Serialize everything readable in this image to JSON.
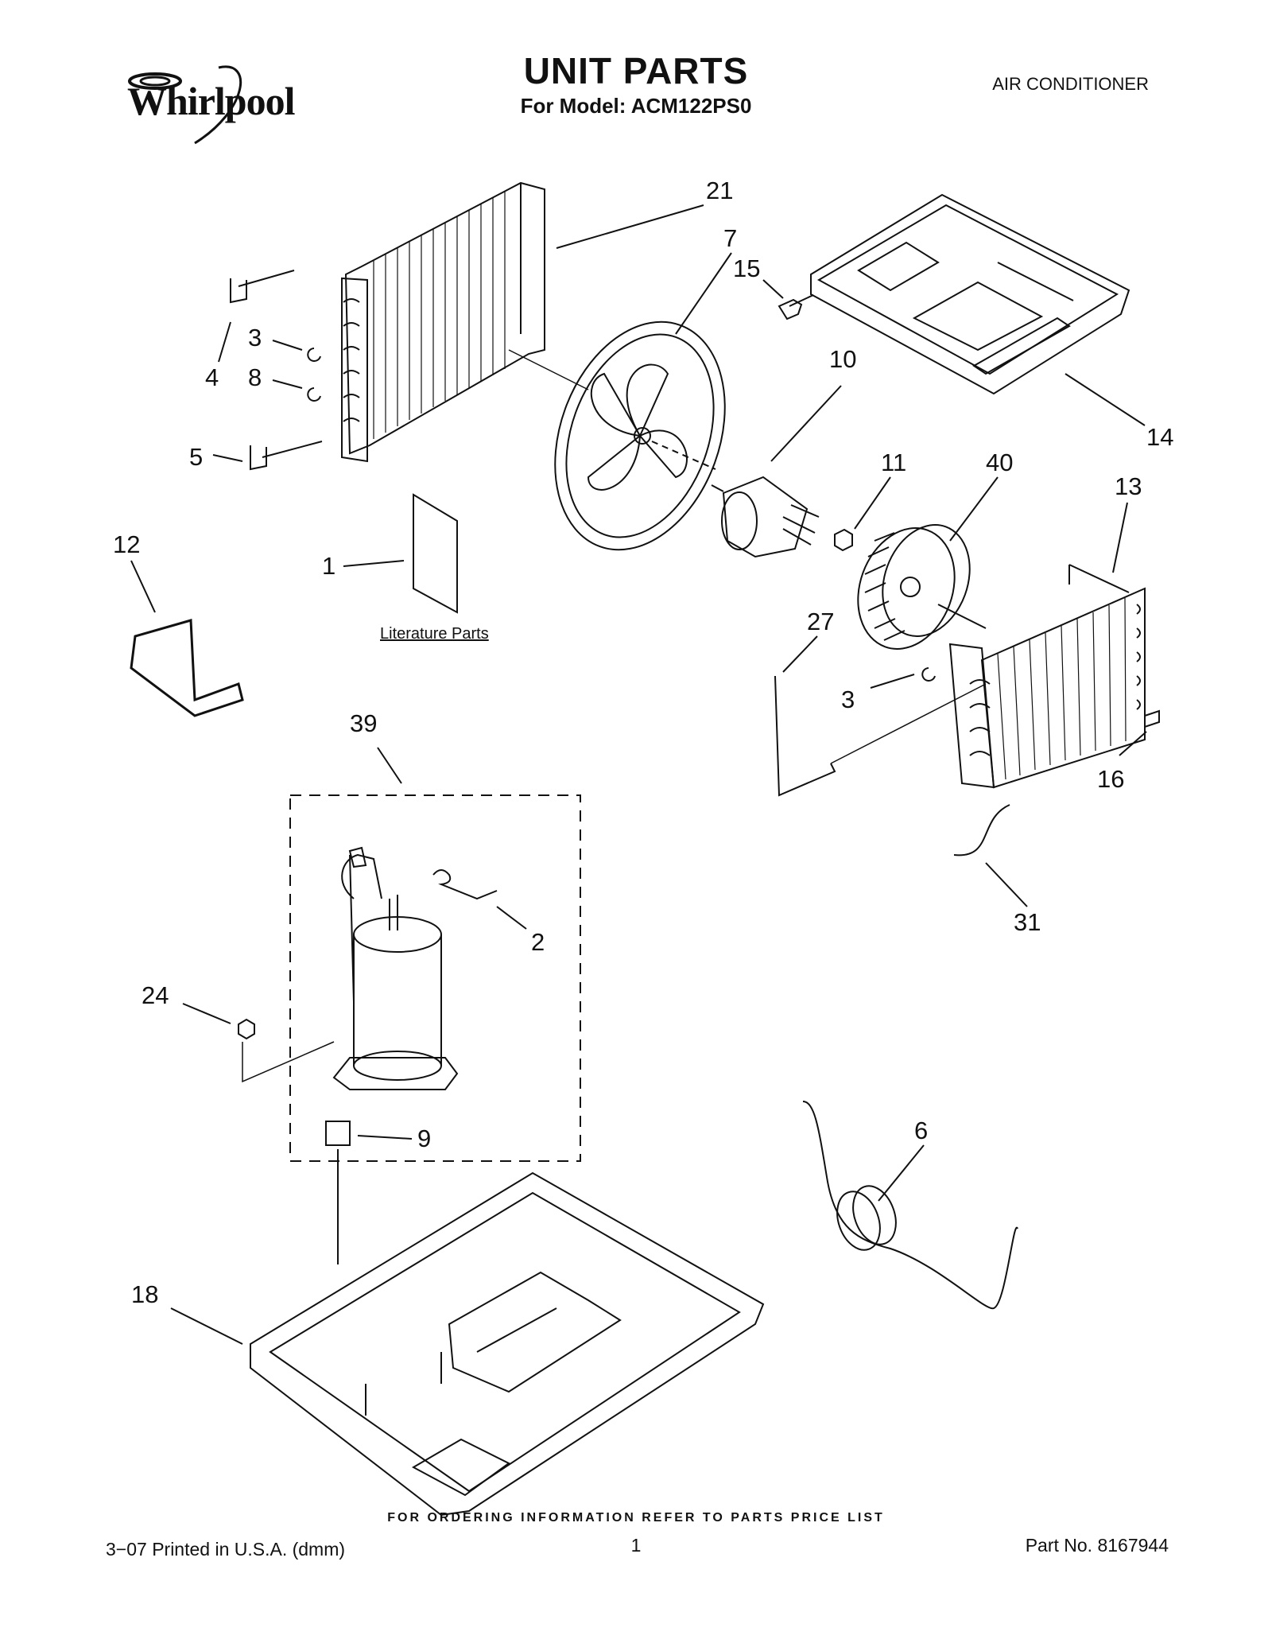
{
  "header": {
    "brand": "Whirlpool",
    "title": "UNIT PARTS",
    "model": "For Model: ACM122PS0",
    "category": "AIR CONDITIONER"
  },
  "callouts": [
    "21",
    "7",
    "15",
    "10",
    "14",
    "3",
    "8",
    "4",
    "5",
    "11",
    "40",
    "13",
    "12",
    "1",
    "27",
    "3",
    "16",
    "39",
    "2",
    "31",
    "24",
    "9",
    "6",
    "18"
  ],
  "literature_label": "Literature Parts",
  "footer": {
    "ordering": "FOR ORDERING INFORMATION REFER TO PARTS PRICE LIST",
    "printed": "3−07 Printed in U.S.A. (dmm)",
    "page": "1",
    "part_no": "Part No. 8167944"
  }
}
